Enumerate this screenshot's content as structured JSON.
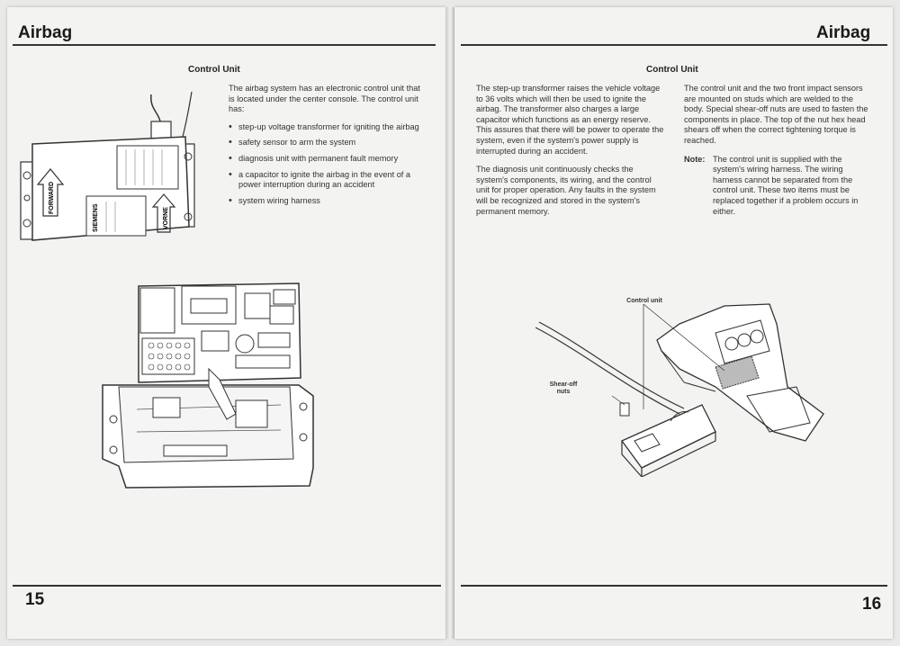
{
  "left_page": {
    "header": "Airbag",
    "section_title": "Control Unit",
    "intro": "The airbag system has an electronic control unit that is located under the center console. The control unit has:",
    "bullets": [
      "step-up voltage transformer for igniting the airbag",
      "safety sensor to arm the system",
      "diagnosis unit with permanent fault memory",
      "a capacitor to ignite the airbag in the event of a power interruption during an accident",
      "system wiring harness"
    ],
    "figure_labels": {
      "forward": "FORWARD",
      "vorne": "VORNE",
      "siemens": "SIEMENS"
    },
    "page_number": "15"
  },
  "right_page": {
    "header": "Airbag",
    "section_title": "Control Unit",
    "col1_p1": "The step-up transformer raises the vehicle voltage to 36 volts which will then be used to ignite the airbag. The transformer also charges a large capacitor which functions as an energy reserve. This assures that there will be power to operate the system, even if the system's power supply is interrupted during an accident.",
    "col1_p2": "The diagnosis unit continuously checks the system's components, its wiring, and the control unit for proper operation. Any faults in the system will be recognized and stored in the system's permanent memory.",
    "col2_p1": "The control unit and the two front impact sensors are mounted on studs which are welded to the body. Special shear-off nuts are used to fasten the components in place. The top of the nut hex head shears off when the correct tightening torque is reached.",
    "note_label": "Note:",
    "note_text": "The control unit is supplied with the system's wiring harness. The wiring harness cannot be separated from the control unit. These two items must be replaced together if a problem occurs in either.",
    "callout_control_unit": "Control unit",
    "callout_shear_off": "Shear-off nuts",
    "page_number": "16"
  }
}
